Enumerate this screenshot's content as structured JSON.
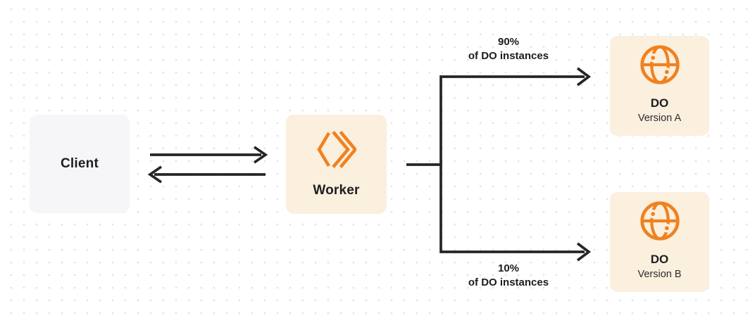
{
  "colors": {
    "accent_orange": "#F0811F",
    "node_cream": "#FBEFDE",
    "node_gray": "#F6F6F8",
    "line_dark": "#242528",
    "grid_dot": "#E3E3E6"
  },
  "nodes": {
    "client": {
      "label": "Client"
    },
    "worker": {
      "label": "Worker",
      "icon": "workers-icon"
    },
    "do_version_a": {
      "title": "DO",
      "subtitle": "Version A",
      "icon": "globe-icon"
    },
    "do_version_b": {
      "title": "DO",
      "subtitle": "Version B",
      "icon": "globe-icon"
    }
  },
  "branches": {
    "top": {
      "percent": "90%",
      "caption": "of DO instances"
    },
    "bottom": {
      "percent": "10%",
      "caption": "of DO instances"
    }
  }
}
